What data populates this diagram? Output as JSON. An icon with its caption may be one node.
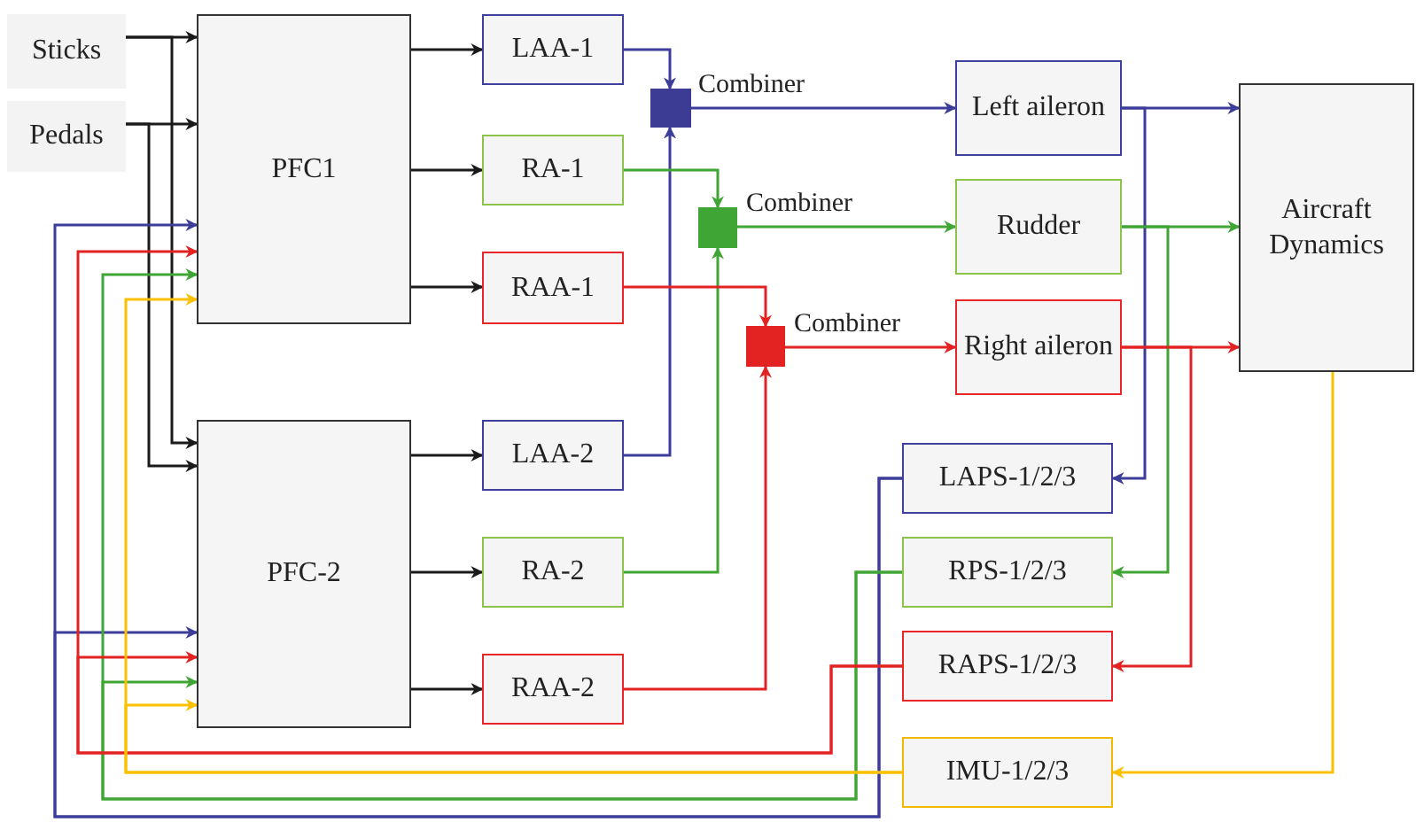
{
  "diagram": {
    "nodes": [
      {
        "text": [
          "Sticks"
        ]
      },
      {
        "text": [
          "Pedals"
        ]
      },
      {
        "text": [
          "PFC1"
        ]
      },
      {
        "text": [
          "PFC-2"
        ]
      },
      {
        "text": [
          "LAA-1"
        ]
      },
      {
        "text": [
          "RA-1"
        ]
      },
      {
        "text": [
          "RAA-1"
        ]
      },
      {
        "text": [
          "LAA-2"
        ]
      },
      {
        "text": [
          "RA-2"
        ]
      },
      {
        "text": [
          "RAA-2"
        ]
      },
      {
        "text": [],
        "shape": "box",
        "beside": [
          "Combiner"
        ]
      },
      {
        "text": [],
        "shape": "box",
        "beside": [
          "Combiner"
        ]
      },
      {
        "text": [],
        "shape": "box",
        "beside": [
          "Combiner"
        ]
      },
      {
        "text": [
          "Left aileron"
        ]
      },
      {
        "text": [
          "Rudder"
        ]
      },
      {
        "text": [
          "Right aileron"
        ]
      },
      {
        "text": [
          "Aircraft Dynamics"
        ]
      },
      {
        "text": [
          "LAPS-1/2/3"
        ]
      },
      {
        "text": [
          "RPS-1/2/3"
        ]
      },
      {
        "text": [
          "RAPS-1/2/3"
        ]
      },
      {
        "text": [
          "IMU-1/2/3"
        ]
      }
    ],
    "edges": [
      {
        "from": 0,
        "to": 2,
        "arrow": "to"
      },
      {
        "from": 0,
        "to": 3,
        "arrow": "to"
      },
      {
        "from": 1,
        "to": 2,
        "arrow": "to"
      },
      {
        "from": 1,
        "to": 3,
        "arrow": "to"
      },
      {
        "from": 2,
        "to": 4,
        "arrow": "to"
      },
      {
        "from": 2,
        "to": 5,
        "arrow": "to"
      },
      {
        "from": 2,
        "to": 6,
        "arrow": "to"
      },
      {
        "from": 3,
        "to": 7,
        "arrow": "to"
      },
      {
        "from": 3,
        "to": 8,
        "arrow": "to"
      },
      {
        "from": 3,
        "to": 9,
        "arrow": "to"
      },
      {
        "from": 4,
        "to": 10,
        "arrow": "to",
        "color": "#3c3c9a"
      },
      {
        "from": 7,
        "to": 10,
        "arrow": "to",
        "color": "#3c3c9a"
      },
      {
        "from": 5,
        "to": 11,
        "arrow": "to",
        "color": "#3fa535"
      },
      {
        "from": 8,
        "to": 11,
        "arrow": "to",
        "color": "#3fa535"
      },
      {
        "from": 6,
        "to": 12,
        "arrow": "to",
        "color": "#e32222"
      },
      {
        "from": 9,
        "to": 12,
        "arrow": "to",
        "color": "#e32222"
      },
      {
        "from": 10,
        "to": 13,
        "arrow": "to",
        "color": "#3c3c9a"
      },
      {
        "from": 11,
        "to": 14,
        "arrow": "to",
        "color": "#3fa535"
      },
      {
        "from": 12,
        "to": 15,
        "arrow": "to",
        "color": "#e32222"
      },
      {
        "from": 13,
        "to": 16,
        "arrow": "to",
        "color": "#3c3c9a"
      },
      {
        "from": 14,
        "to": 16,
        "arrow": "to",
        "color": "#3fa535"
      },
      {
        "from": 15,
        "to": 16,
        "arrow": "to",
        "color": "#e32222"
      },
      {
        "from": 13,
        "to": 17,
        "arrow": "to",
        "color": "#3c3c9a"
      },
      {
        "from": 14,
        "to": 18,
        "arrow": "to",
        "color": "#3fa535"
      },
      {
        "from": 15,
        "to": 19,
        "arrow": "to",
        "color": "#e32222"
      },
      {
        "from": 16,
        "to": 20,
        "arrow": "to",
        "color": "#fbc000"
      },
      {
        "from": 17,
        "to": 2,
        "arrow": "to",
        "color": "#3c3c9a"
      },
      {
        "from": 17,
        "to": 3,
        "arrow": "to",
        "color": "#3c3c9a"
      },
      {
        "from": 18,
        "to": 2,
        "arrow": "to",
        "color": "#3fa535"
      },
      {
        "from": 18,
        "to": 3,
        "arrow": "to",
        "color": "#3fa535"
      },
      {
        "from": 19,
        "to": 2,
        "arrow": "to",
        "color": "#e32222"
      },
      {
        "from": 19,
        "to": 3,
        "arrow": "to",
        "color": "#e32222"
      },
      {
        "from": 20,
        "to": 2,
        "arrow": "to",
        "color": "#fbc000"
      },
      {
        "from": 20,
        "to": 3,
        "arrow": "to",
        "color": "#fbc000"
      }
    ]
  }
}
